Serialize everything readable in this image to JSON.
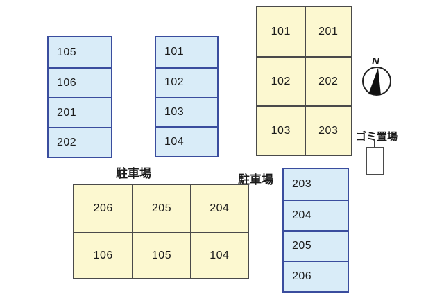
{
  "labels": {
    "parking_left": "駐車場",
    "parking_right": "駐車場",
    "garbage": "ゴミ置場"
  },
  "compass": {
    "label": "N"
  },
  "colors": {
    "blue_fill": "#d9ecf8",
    "blue_border": "#3a4d9e",
    "yellow_fill": "#fcf8d0",
    "yellow_border": "#4a4a4a",
    "text": "#1b1b1b",
    "compass_stroke": "#222222",
    "compass_needle": "#111111"
  },
  "tables": {
    "top_left": {
      "rows": [
        "105",
        "106",
        "201",
        "202"
      ]
    },
    "top_middle": {
      "rows": [
        "101",
        "102",
        "103",
        "104"
      ]
    },
    "top_right": {
      "rows": [
        [
          "101",
          "201"
        ],
        [
          "102",
          "202"
        ],
        [
          "103",
          "203"
        ]
      ]
    },
    "bottom_middle": {
      "rows": [
        [
          "206",
          "205",
          "204"
        ],
        [
          "106",
          "105",
          "104"
        ]
      ]
    },
    "bottom_right": {
      "rows": [
        "203",
        "204",
        "205",
        "206"
      ]
    }
  }
}
